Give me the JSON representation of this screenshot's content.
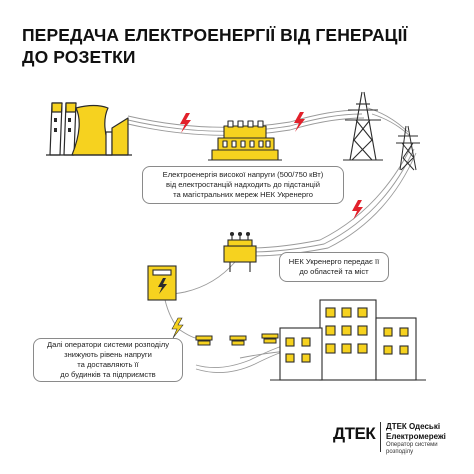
{
  "title": {
    "line1": "ПЕРЕДАЧА ЕЛЕКТРОЕНЕРГІЇ ВІД ГЕНЕРАЦІЇ",
    "line2": "ДО РОЗЕТКИ"
  },
  "bubbles": {
    "high_voltage": {
      "line1": "Електроенергія високої напруги (500/750 кВт)",
      "line2": "від електростанцій надходить до підстанцій",
      "line3": "та магістральних мереж НЕК Укренерго"
    },
    "regions": {
      "line1": "НЕК Укренерго передає її",
      "line2": "до областей та міст"
    },
    "distribution": {
      "line1": "Далі оператори системи розподілу",
      "line2": "знижують рівень напруги",
      "line3": "та доставляють її",
      "line4": "до будинків та підприємств"
    }
  },
  "brand": {
    "logo": "ДТЕК",
    "name_line1": "ДТЕК Одеські",
    "name_line2": "Електромережі",
    "sub_line1": "Оператор системи",
    "sub_line2": "розподілу"
  },
  "icons": [
    "power-plant-icon",
    "substation-icon",
    "transmission-tower-icon",
    "lightning-icon",
    "transformer-icon",
    "switchboard-icon",
    "insulator-icon",
    "building-icon"
  ],
  "colors": {
    "accent": "#f6d21f",
    "lightning": "#e2212b",
    "outline": "#2b2b2b"
  }
}
